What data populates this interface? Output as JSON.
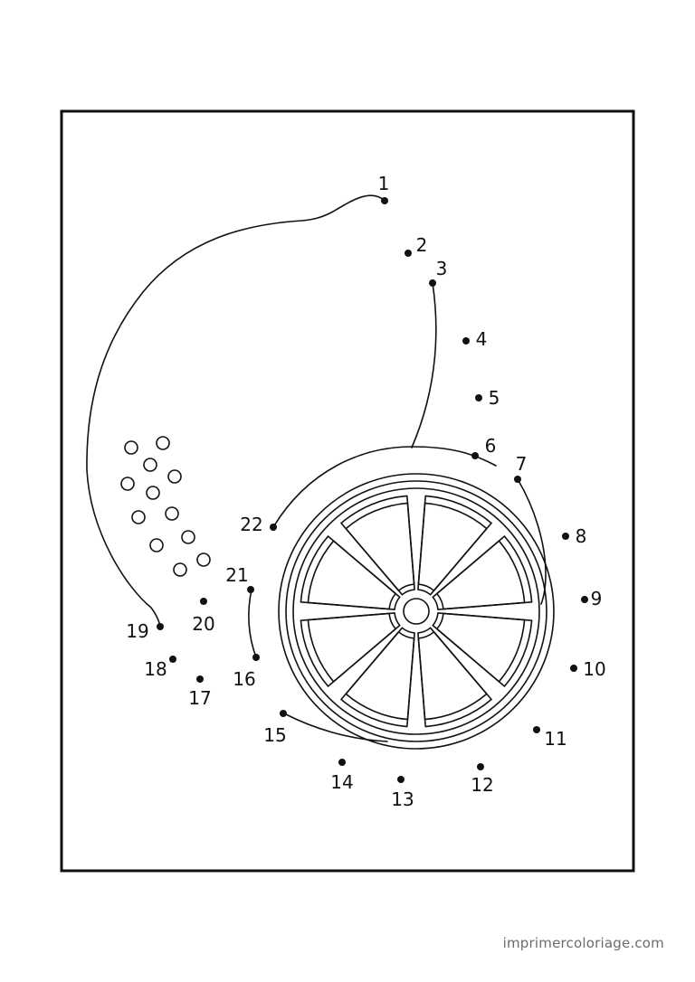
{
  "worksheet": {
    "points": [
      {
        "n": "1"
      },
      {
        "n": "2"
      },
      {
        "n": "3"
      },
      {
        "n": "4"
      },
      {
        "n": "5"
      },
      {
        "n": "6"
      },
      {
        "n": "7"
      },
      {
        "n": "8"
      },
      {
        "n": "9"
      },
      {
        "n": "10"
      },
      {
        "n": "11"
      },
      {
        "n": "12"
      },
      {
        "n": "13"
      },
      {
        "n": "14"
      },
      {
        "n": "15"
      },
      {
        "n": "16"
      },
      {
        "n": "17"
      },
      {
        "n": "18"
      },
      {
        "n": "19"
      },
      {
        "n": "20"
      },
      {
        "n": "21"
      },
      {
        "n": "22"
      }
    ]
  },
  "footer": {
    "credit": "imprimercoloriage.com"
  },
  "colors": {
    "ink": "#111111",
    "paper": "#ffffff",
    "credit": "#6b6b6b"
  }
}
